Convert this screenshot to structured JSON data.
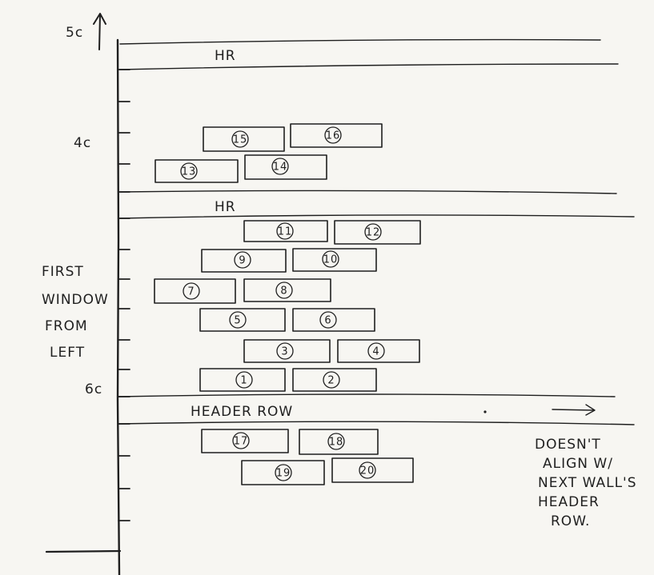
{
  "axis_labels": {
    "top": "5c",
    "mid": "4c",
    "bottom": "6c"
  },
  "course_labels": {
    "hr_upper": "HR",
    "hr_lower": "HR",
    "header_row": "HEADER ROW"
  },
  "side_note": [
    "FIRST",
    "WINDOW",
    "FROM",
    "LEFT"
  ],
  "right_note": [
    "DOESN'T",
    "ALIGN W/",
    "NEXT WALL'S",
    "HEADER",
    "ROW."
  ],
  "bricks": [
    {
      "label": "1"
    },
    {
      "label": "2"
    },
    {
      "label": "3"
    },
    {
      "label": "4"
    },
    {
      "label": "5"
    },
    {
      "label": "6"
    },
    {
      "label": "7"
    },
    {
      "label": "8"
    },
    {
      "label": "9"
    },
    {
      "label": "10"
    },
    {
      "label": "11"
    },
    {
      "label": "12"
    },
    {
      "label": "13"
    },
    {
      "label": "14"
    },
    {
      "label": "15"
    },
    {
      "label": "16"
    },
    {
      "label": "17"
    },
    {
      "label": "18"
    },
    {
      "label": "19"
    },
    {
      "label": "20"
    }
  ]
}
